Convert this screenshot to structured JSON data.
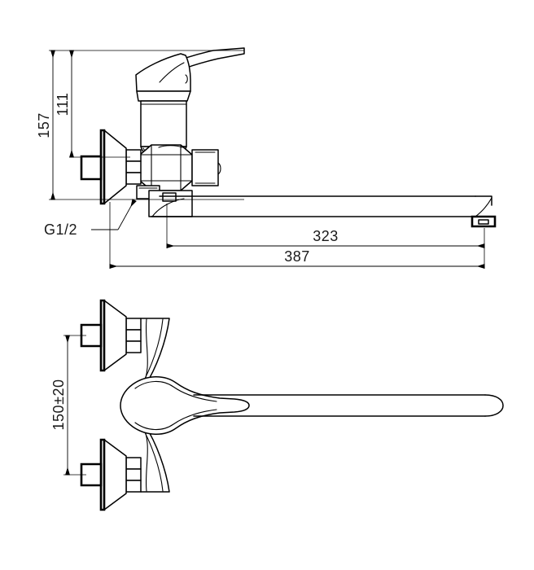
{
  "drawing": {
    "type": "engineering-dimension-drawing",
    "subject": "wall-mounted single-lever bath mixer faucet with long swivel spout",
    "units": "mm",
    "background_color": "#ffffff",
    "line_color": "#000000",
    "views": [
      {
        "id": "side-elevation",
        "name": "Side elevation view",
        "position": "top"
      },
      {
        "id": "top-plan",
        "name": "Top plan view",
        "position": "bottom"
      }
    ]
  },
  "dimensions": {
    "overall_height": {
      "value": "157",
      "orientation": "vertical",
      "view": "side-elevation"
    },
    "inlet_height": {
      "value": "111",
      "orientation": "vertical",
      "view": "side-elevation"
    },
    "spout_reach": {
      "value": "323",
      "orientation": "horizontal",
      "view": "side-elevation"
    },
    "overall_length": {
      "value": "387",
      "orientation": "horizontal",
      "view": "side-elevation"
    },
    "inlet_centers": {
      "value": "150±20",
      "orientation": "vertical",
      "view": "top-plan"
    }
  },
  "annotations": {
    "thread_callout": {
      "label": "G1/2",
      "description": "inlet connection thread size",
      "leader_targets": 2
    }
  }
}
